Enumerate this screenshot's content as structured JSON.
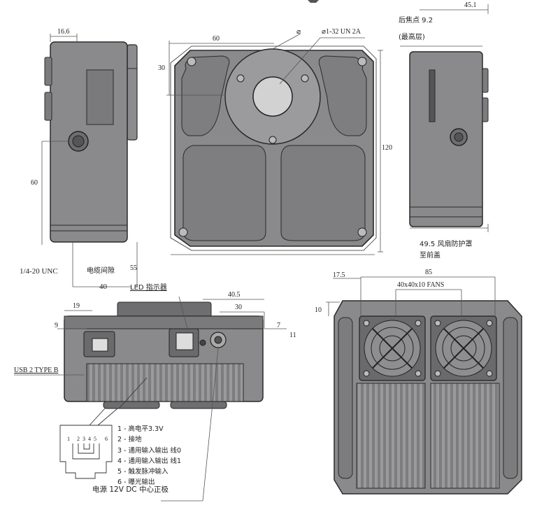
{
  "dims": {
    "top_left_width": "16.6",
    "front_width": "60",
    "front_offset": "30",
    "front_height": "120",
    "lens_diameter_symbol": "⌀",
    "lens_thread": "⌀1-32 UN 2A",
    "right_width": "45.1",
    "back_focus_label": "后焦点 9.2",
    "back_focus_note": "(最高层)",
    "side_height": "60",
    "tripod_mount": "1/4-20 UNC",
    "cable_gap": "电缆间隙",
    "cable_gap_value": "55",
    "cable_gap_depth": "40",
    "led_indicator": "LED 指示器",
    "fan_guard": "49.5 风扇防护罩",
    "fan_guard_line2": "至前盖",
    "back_width_offset": "17.5",
    "back_width": "85",
    "fans": "40x40x10 FANS",
    "back_depth": "10",
    "bottom_offset_19": "19",
    "bottom_offset_9": "9",
    "bottom_width_40_5": "40.5",
    "bottom_width_30": "30",
    "bottom_offset_7": "7",
    "bottom_offset_11": "11",
    "usb_label": "USB 2 TYPE B",
    "power_label": "电源  12V DC  中心正极"
  },
  "connector_pins": [
    "1",
    "2",
    "3",
    "4",
    "5",
    "6"
  ],
  "pinout": [
    "1 -  高电平3.3V",
    "2 -  接地",
    "3 - 通用输入输出 线0",
    "4 - 通用输入输出 线1",
    "5 - 触发脉冲输入",
    "6 - 曝光输出"
  ],
  "colors": {
    "body_fill": "#8a8a8c",
    "body_dark": "#5f5f61",
    "outline": "#2a2a2a",
    "dim_line": "#555555",
    "lens_fill": "#c9c9c9"
  }
}
